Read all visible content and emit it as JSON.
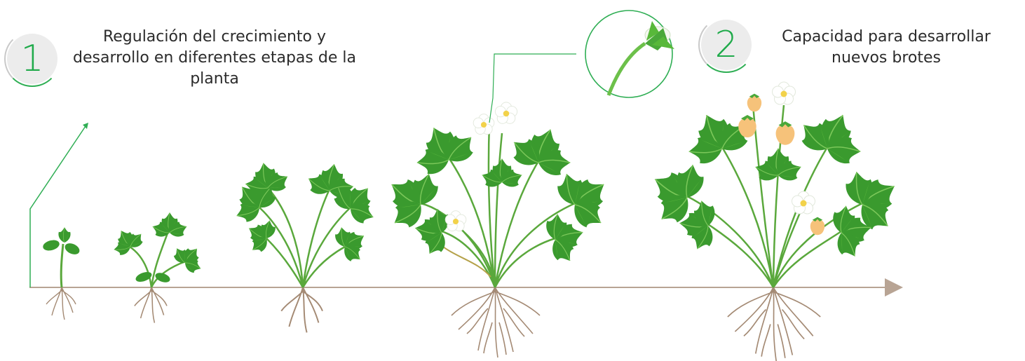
{
  "steps": [
    {
      "number": "1",
      "text": "Regulación del crecimiento y desarrollo en diferentes etapas de la planta"
    },
    {
      "number": "2",
      "text": "Capacidad para desarrollar nuevos brotes"
    }
  ],
  "colors": {
    "accent_green": "#1faa4a",
    "leaf_dark": "#2f8f2a",
    "leaf_light": "#58b83a",
    "axis": "#b8a494",
    "root": "#a48a74",
    "badge_bg": "#ececec",
    "flower": "#ffffff",
    "flower_center": "#f2d24a",
    "fruit": "#f6c27a"
  },
  "stages": [
    {
      "name": "seedling",
      "flowers": 0,
      "fruits": 0
    },
    {
      "name": "young-plant",
      "flowers": 0,
      "fruits": 0
    },
    {
      "name": "growing-plant",
      "flowers": 0,
      "fruits": 0
    },
    {
      "name": "flowering-plant",
      "flowers": 3,
      "fruits": 0
    },
    {
      "name": "fruiting-plant",
      "flowers": 2,
      "fruits": 4
    }
  ]
}
